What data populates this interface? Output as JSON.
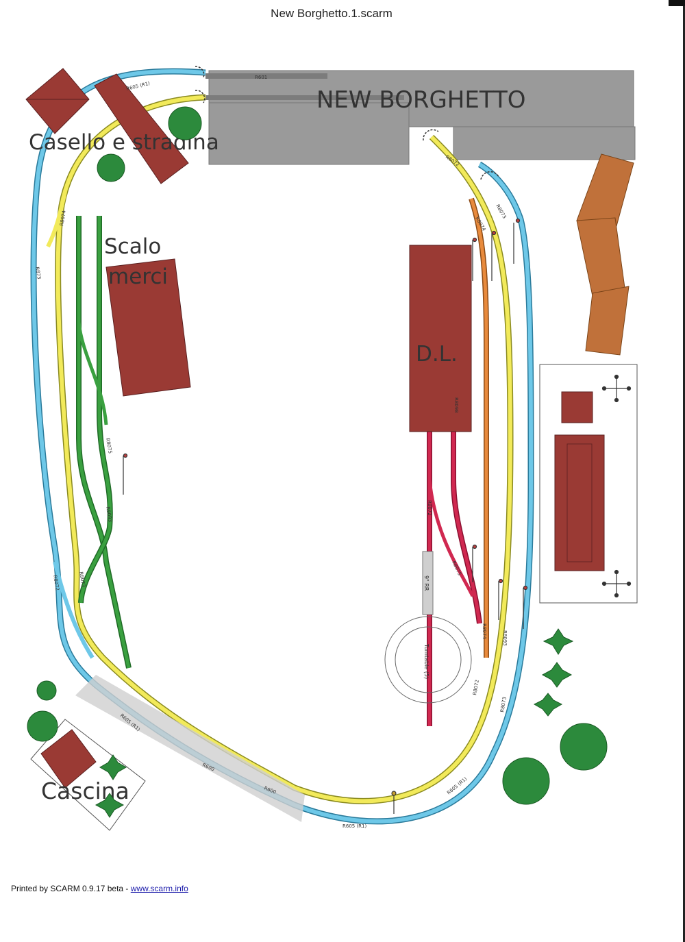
{
  "page": {
    "title": "New Borghetto.1.scarm",
    "footer_prefix": "Printed by SCARM 0.9.17 beta - ",
    "footer_link": "www.scarm.info"
  },
  "labels": {
    "station": "NEW BORGHETTO",
    "casello": "Casello e stradina",
    "scalo_line1": "Scalo",
    "scalo_line2": "merci",
    "depot": "D.L.",
    "cascina": "Cascina"
  },
  "track_labels": {
    "top_r605": "R605 (R1)",
    "r601": "R601",
    "left_r8074": "R8074",
    "left_r873": "R873",
    "left_r8072": "R8072",
    "left_r8073": "R8073",
    "left_r8075": "R8075",
    "left_r8093": "R8093",
    "bottom_left_r605": "R605 (R1)",
    "r600_a": "R600",
    "r600_b": "R600",
    "bottom_r605": "R605 (R1)",
    "bottom_right_r605": "R605 (R1)",
    "right_r8072": "R8072",
    "right_r8074": "R8074",
    "right_r8073": "R8073",
    "right_r8093": "R8093",
    "right_r8074b": "R8074",
    "right_r8072b": "R8072",
    "right_r8073b": "R8073",
    "depot_r8072": "R8072",
    "depot_r8098": "R8098",
    "depot_r8075": "R8075",
    "turntable": "Turntable (5)",
    "trr": "9\" RR"
  },
  "colors": {
    "outer_track": "#6ec8e8",
    "inner_track": "#f2ea5a",
    "yard_track": "#3aa040",
    "depot_track": "#d02850",
    "siding_track": "#e88a3c",
    "building": "#9a3a34",
    "station": "#9a9a9a",
    "orange_building": "#c0713a",
    "tree": "#2c8a3c"
  }
}
